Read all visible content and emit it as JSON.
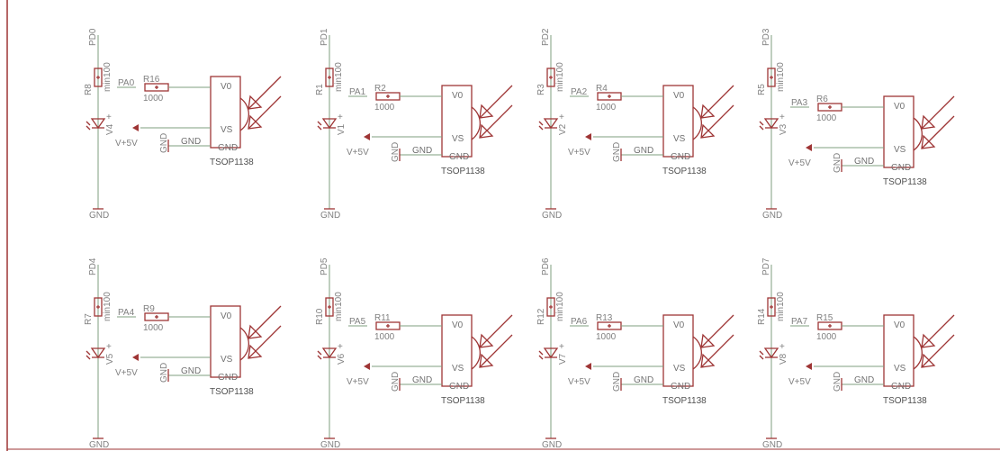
{
  "schematic": {
    "part_name": "TSOP1138",
    "pin_labels": {
      "vo": "V0",
      "vs": "VS",
      "gnd": "GND"
    },
    "net_labels": {
      "gnd": "GND",
      "supply": "V+5V",
      "gnd_pin": "GND"
    },
    "resistor_min_value": "min100",
    "series_resistor_value": "1000",
    "channels": [
      {
        "pd": "PD0",
        "pa": "PA0",
        "r_pullup": "R8",
        "r_series": "R16",
        "led": "V4"
      },
      {
        "pd": "PD1",
        "pa": "PA1",
        "r_pullup": "R1",
        "r_series": "R2",
        "led": "V1"
      },
      {
        "pd": "PD2",
        "pa": "PA2",
        "r_pullup": "R3",
        "r_series": "R4",
        "led": "V2"
      },
      {
        "pd": "PD3",
        "pa": "PA3",
        "r_pullup": "R5",
        "r_series": "R6",
        "led": "V3"
      },
      {
        "pd": "PD4",
        "pa": "PA4",
        "r_pullup": "R7",
        "r_series": "R9",
        "led": "V5"
      },
      {
        "pd": "PD5",
        "pa": "PA5",
        "r_pullup": "R10",
        "r_series": "R11",
        "led": "V6"
      },
      {
        "pd": "PD6",
        "pa": "PA6",
        "r_pullup": "R12",
        "r_series": "R13",
        "led": "V7"
      },
      {
        "pd": "PD7",
        "pa": "PA7",
        "r_pullup": "R14",
        "r_series": "R15",
        "led": "V8"
      }
    ]
  },
  "colors": {
    "wire": "#7f9f7f",
    "symbol": "#9e3535",
    "label": "#808080"
  }
}
